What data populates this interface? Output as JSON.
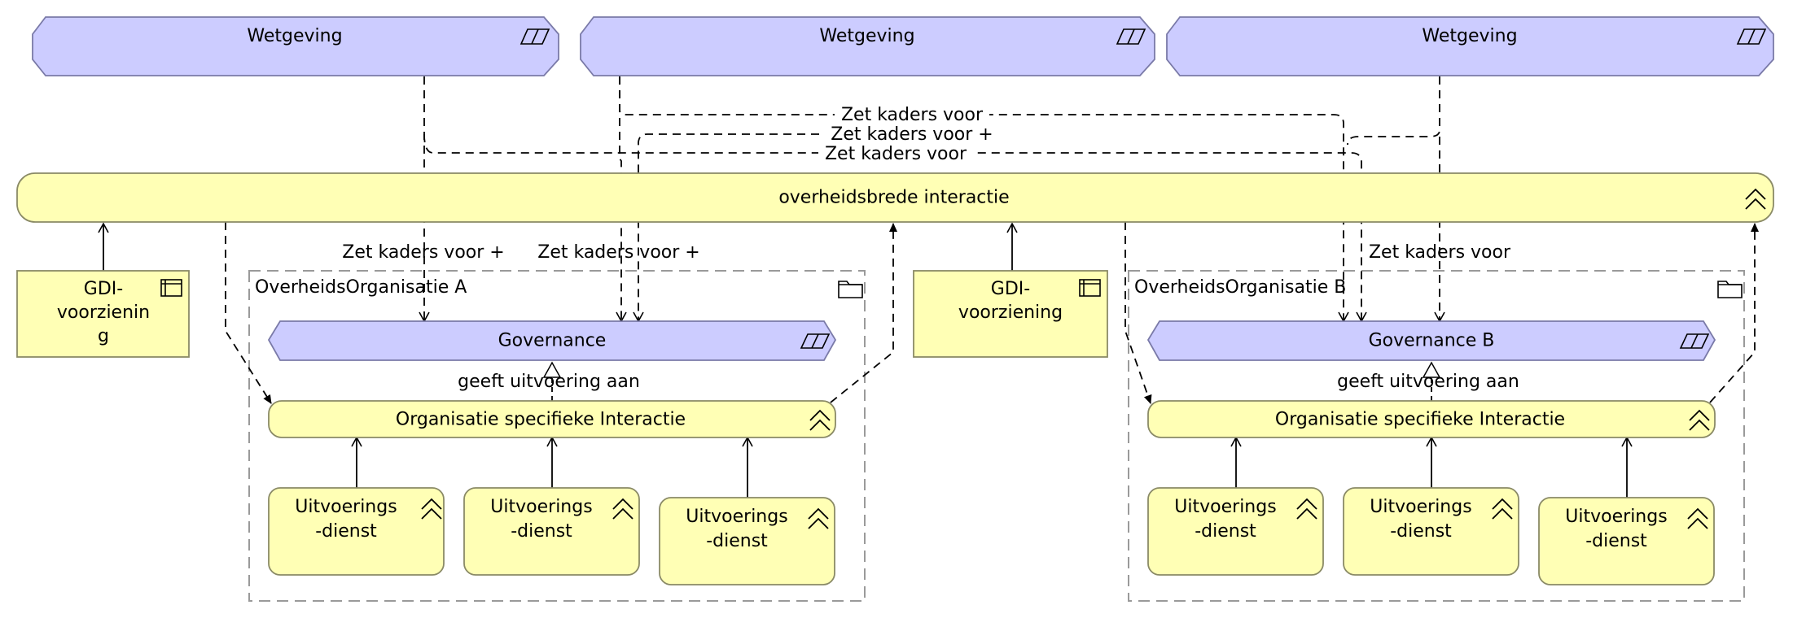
{
  "colors": {
    "requirement_fill": "#ccccff",
    "interaction_fill": "#ffffb5",
    "node_stroke": "#8a8a66",
    "requirement_stroke": "#7a7aa8",
    "group_stroke": "#999999",
    "line": "#000000"
  },
  "wetgeving": [
    "Wetgeving",
    "Wetgeving",
    "Wetgeving"
  ],
  "overheidsbrede_interactie": "overheidsbrede interactie",
  "gdi": {
    "left": [
      "GDI-",
      "voorzienin",
      "g"
    ],
    "right": [
      "GDI-",
      "voorziening"
    ]
  },
  "group_a": {
    "title": "OverheidsOrganisatie A",
    "governance": "Governance",
    "interaction": "Organisatie specifieke Interactie",
    "services": [
      [
        "Uitvoerings",
        "-dienst"
      ],
      [
        "Uitvoerings",
        "-dienst"
      ],
      [
        "Uitvoerings",
        "-dienst"
      ]
    ]
  },
  "group_b": {
    "title": "OverheidsOrganisatie B",
    "governance": "Governance B",
    "interaction": "Organisatie specifieke Interactie",
    "services": [
      [
        "Uitvoerings",
        "-dienst"
      ],
      [
        "Uitvoerings",
        "-dienst"
      ],
      [
        "Uitvoerings",
        "-dienst"
      ]
    ]
  },
  "relation_labels": {
    "zet_kaders_voor": "Zet kaders voor",
    "zet_kaders_voor_plus": "Zet kaders voor +",
    "geeft_uitvoering_aan": "geeft uitvoering aan"
  },
  "icons": {
    "requirement": "parallelogram-icon",
    "interaction": "interaction-chevron-icon",
    "node": "node-box-icon",
    "group": "folder-icon"
  }
}
